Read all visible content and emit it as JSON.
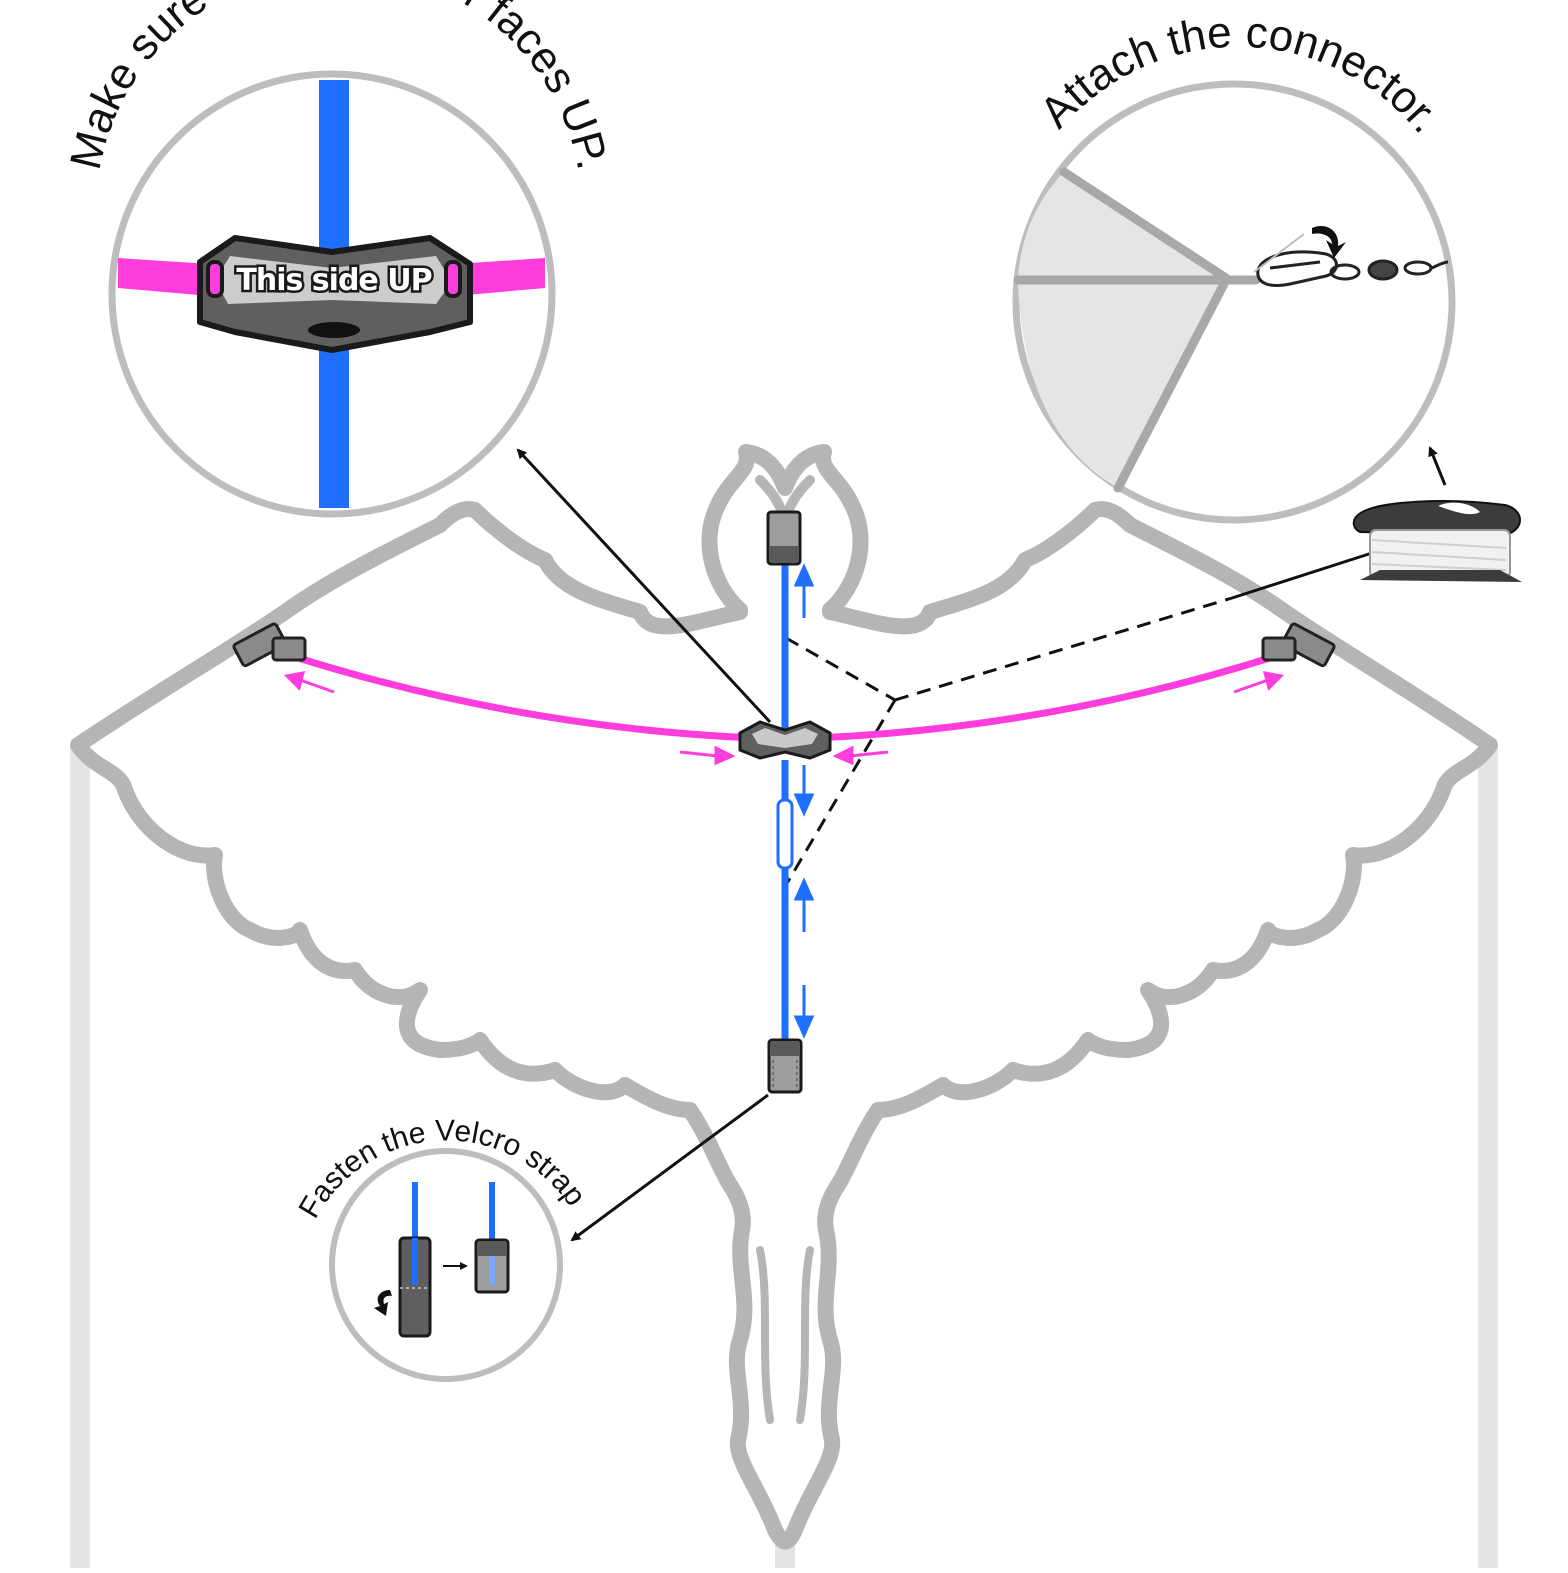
{
  "callouts": {
    "connector_up": {
      "label": "Make sure the connector faces UP.",
      "badge": "This side UP"
    },
    "attach": {
      "label": "Attach the connector."
    },
    "velcro": {
      "label": "Fasten the Velcro strap."
    }
  },
  "colors": {
    "spine": "#1f6fff",
    "spar": "#ff3ddc",
    "outline": "#b4b4b4",
    "connector": "#5f5f5f",
    "line": "#111111"
  }
}
